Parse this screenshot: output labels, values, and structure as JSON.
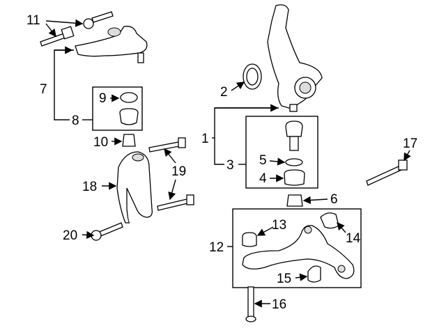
{
  "diagram": {
    "callouts": [
      {
        "id": "11",
        "text": "11"
      },
      {
        "id": "7",
        "text": "7"
      },
      {
        "id": "8",
        "text": "8"
      },
      {
        "id": "9",
        "text": "9"
      },
      {
        "id": "10",
        "text": "10"
      },
      {
        "id": "18",
        "text": "18"
      },
      {
        "id": "19",
        "text": "19"
      },
      {
        "id": "20",
        "text": "20"
      },
      {
        "id": "2",
        "text": "2"
      },
      {
        "id": "1",
        "text": "1"
      },
      {
        "id": "3",
        "text": "3"
      },
      {
        "id": "5",
        "text": "5"
      },
      {
        "id": "4",
        "text": "4"
      },
      {
        "id": "6",
        "text": "6"
      },
      {
        "id": "17",
        "text": "17"
      },
      {
        "id": "12",
        "text": "12"
      },
      {
        "id": "13",
        "text": "13"
      },
      {
        "id": "14",
        "text": "14"
      },
      {
        "id": "15",
        "text": "15"
      },
      {
        "id": "16",
        "text": "16"
      }
    ]
  }
}
